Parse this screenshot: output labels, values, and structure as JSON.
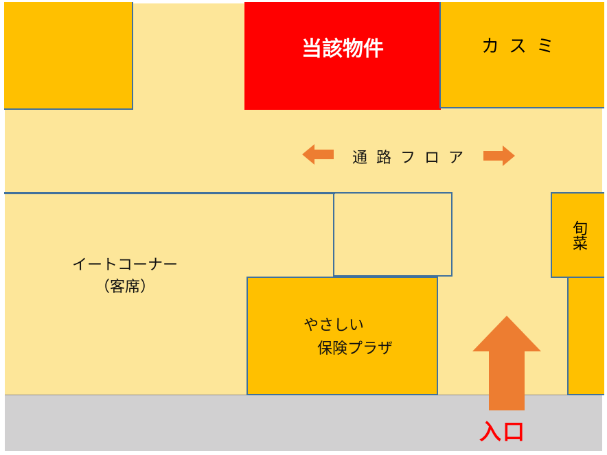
{
  "map": {
    "target_property": "当該物件",
    "stores": {
      "kasumi": "カスミ",
      "shunsai": "旬菜",
      "eat_corner_line1": "イートコーナー",
      "eat_corner_line2": "（客席）",
      "yasashii_line1": "やさしい",
      "yasashii_line2": "保険プラザ"
    },
    "corridor": "通 路 フ ロ ア",
    "entrance": "入口",
    "colors": {
      "floor": "#fde699",
      "store": "#ffc000",
      "target": "#ff0000",
      "border": "#41719c",
      "arrow": "#ed7d31",
      "ground": "#d1d0d1",
      "entrance_text": "#ff0000"
    }
  }
}
